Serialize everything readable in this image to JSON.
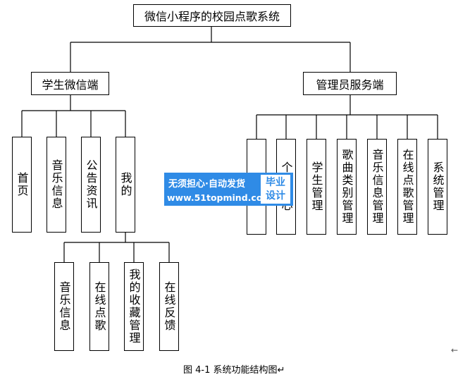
{
  "root": {
    "label": "微信小程序的校园点歌系统"
  },
  "student": {
    "label": "学生微信端",
    "children": [
      "首页",
      "音乐信息",
      "公告资讯",
      "我的"
    ],
    "my": {
      "children": [
        "音乐信息",
        "在线点歌",
        "我的收藏管理",
        "在线反馈"
      ]
    }
  },
  "admin": {
    "label": "管理员服务端",
    "children": [
      "",
      "个人中心",
      "学生管理",
      "歌曲类别管理",
      "音乐信息管理",
      "在线点歌管理",
      "系统管理"
    ]
  },
  "watermark": {
    "line1": "无须担心·自动发货",
    "line2": "www.51topmind.com",
    "badge": "毕业设计"
  },
  "caption": "图 4-1 系统功能结构图↵",
  "return_mark": "←"
}
